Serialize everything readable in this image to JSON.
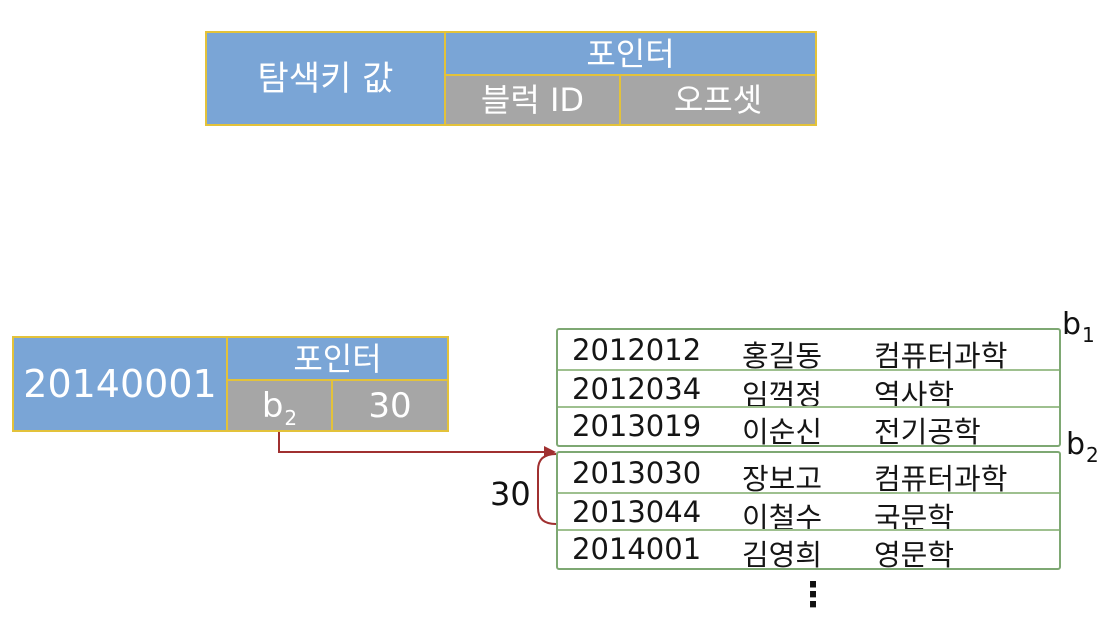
{
  "format_header": {
    "search_key_label": "탐색키 값",
    "pointer_label": "포인터",
    "block_id_label": "블럭 ID",
    "offset_label": "오프셋"
  },
  "index_entry": {
    "key": "20140001",
    "pointer_label": "포인터",
    "block": "b",
    "block_sub": "2",
    "offset": "30"
  },
  "offset_annotation": "30",
  "blocks": [
    {
      "label": "b",
      "label_sub": "1",
      "records": [
        {
          "id": "2012012",
          "name": "홍길동",
          "dept": "컴퓨터과학"
        },
        {
          "id": "2012034",
          "name": "임꺽정",
          "dept": "역사학"
        },
        {
          "id": "2013019",
          "name": "이순신",
          "dept": "전기공학"
        }
      ]
    },
    {
      "label": "b",
      "label_sub": "2",
      "records": [
        {
          "id": "2013030",
          "name": "장보고",
          "dept": "컴퓨터과학"
        },
        {
          "id": "2013044",
          "name": "이철수",
          "dept": "국문학"
        },
        {
          "id": "2014001",
          "name": "김영희",
          "dept": "영문학"
        }
      ]
    }
  ],
  "ellipsis": "⋮",
  "colors": {
    "header_blue": "#7aa5d6",
    "header_gray": "#a6a6a6",
    "cell_border": "#e3c23a",
    "block_border": "#7ea873",
    "arrow": "#a03030"
  }
}
